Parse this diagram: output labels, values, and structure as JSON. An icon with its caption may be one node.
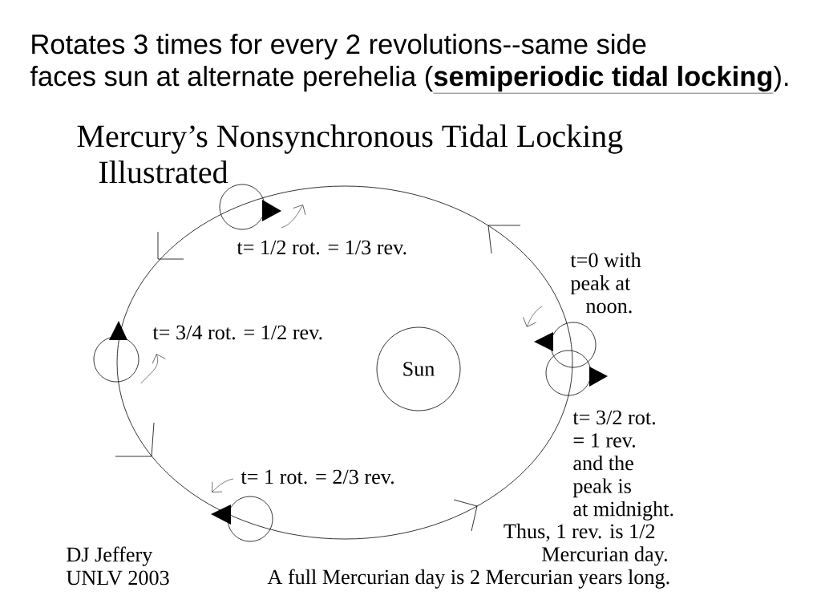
{
  "diagram": {
    "title": "Mercury’s Nonsynchronous Tidal Locking Illustrated",
    "caption": "Rotates 3 times for every 2 revolutions--same side faces sun at alternate perehelia (**semiperiodic tidal locking**).",
    "nodes": [
      {
        "text": [],
        "shape": "circle",
        "beside": [
          "t= 1/2 rot. = 1/3 rev."
        ]
      },
      {
        "text": [],
        "shape": "circle",
        "beside": [
          "t=0 with peak at noon."
        ]
      },
      {
        "text": [],
        "shape": "circle",
        "beside": [
          "t= 3/4 rot. = 1/2 rev."
        ]
      },
      {
        "text": [
          "Sun"
        ]
      },
      {
        "text": [],
        "shape": "circle",
        "beside": [
          "t= 3/2 rot. = 1 rev. and the peak is at midnight."
        ]
      },
      {
        "text": [],
        "shape": "circle",
        "beside": [
          "t= 1 rot. = 2/3 rev."
        ]
      }
    ],
    "labels": [
      "Thus, 1 rev. is 1/2 Mercurian day.",
      "DJ Jeffery",
      "UNLV 2003",
      "A full Mercurian day is 2 Mercurian years long."
    ]
  }
}
